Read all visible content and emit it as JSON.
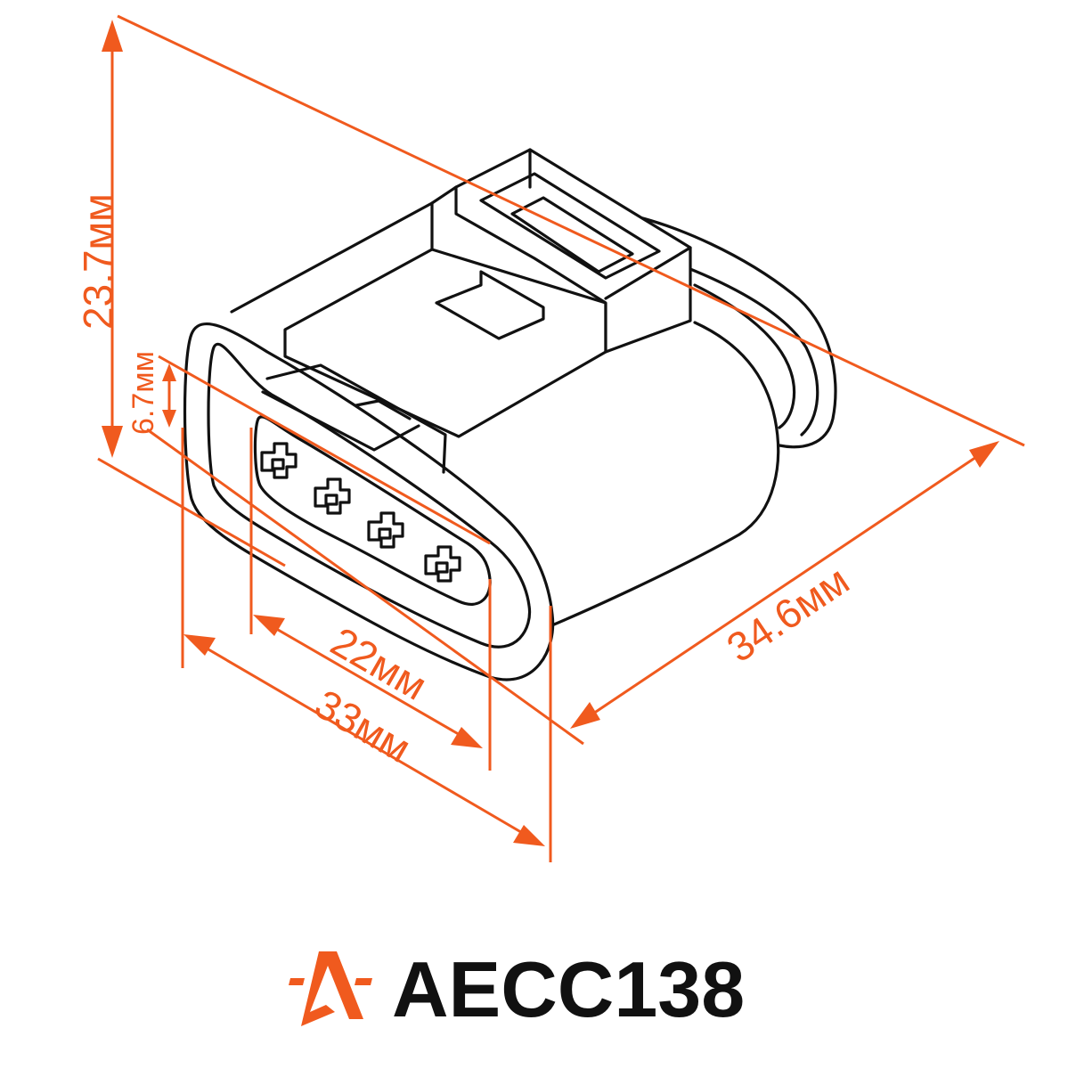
{
  "dimensions": {
    "height": "23.7мм",
    "pin_pitch": "6.7мм",
    "inner_width": "22мм",
    "outer_width": "33мм",
    "length": "34.6мм"
  },
  "brand": {
    "code": "AECC138",
    "logo_icon": "star-a-logo-icon"
  },
  "colors": {
    "accent": "#f05a1e",
    "outline": "#111111",
    "background": "#ffffff"
  }
}
